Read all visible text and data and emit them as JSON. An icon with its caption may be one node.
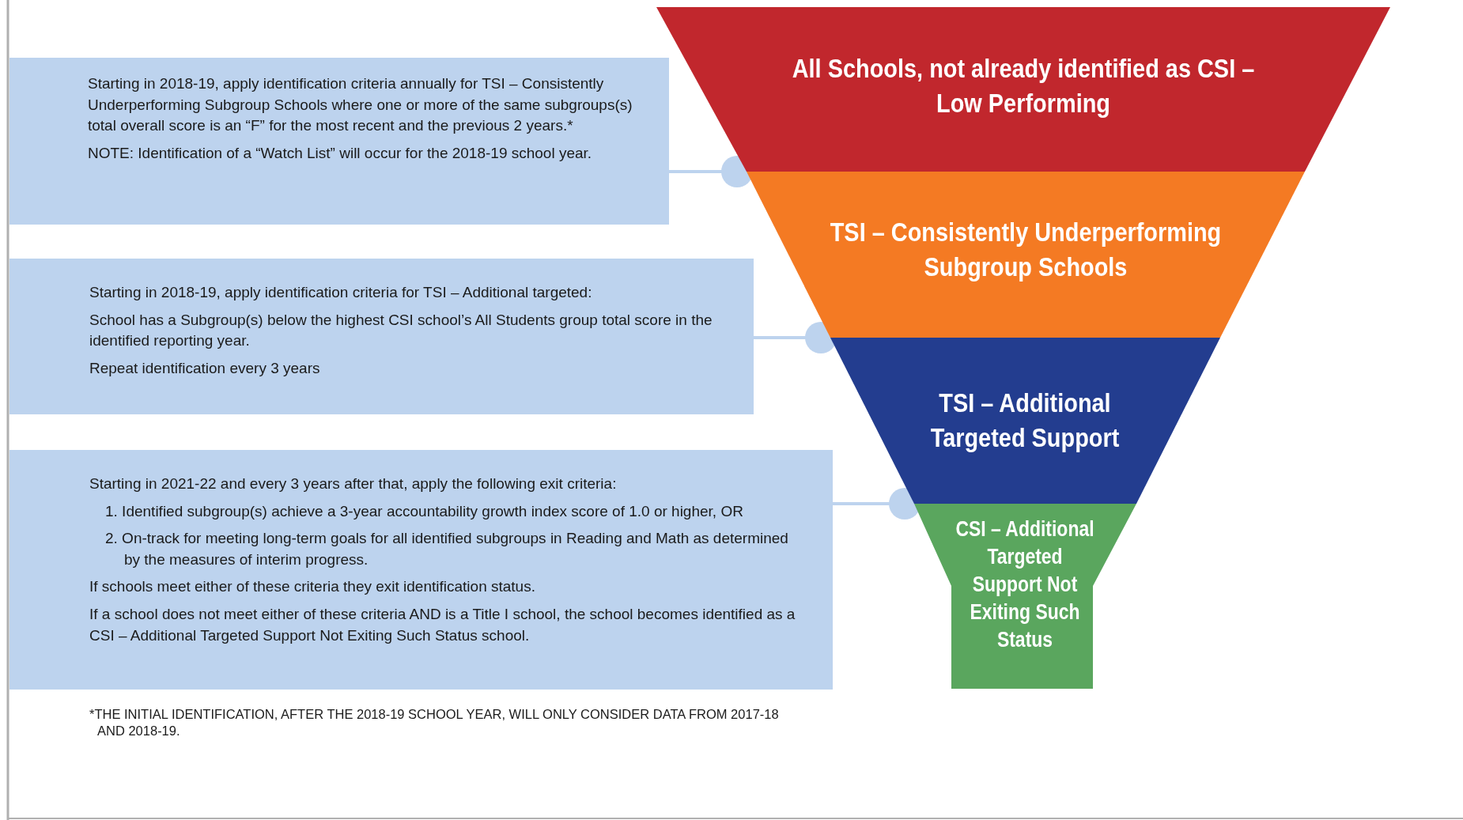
{
  "diagram": {
    "nodes": [
      {
        "text": [
          "All Schools, not already identified as CSI – Low Performing"
        ]
      },
      {
        "text": [
          "TSI – Consistently Underperforming Subgroup Schools"
        ]
      },
      {
        "text": [
          "TSI – Additional Targeted Support"
        ]
      },
      {
        "text": [
          "CSI – Additional Targeted Support Not Exiting Such Status"
        ]
      },
      {
        "text": [
          "Starting in 2018-19, apply identification criteria annually for TSI – Consistently Underperforming Subgroup Schools where one or more of the same subgroups(s) total overall score is an “F” for the most recent and the previous 2 years.*",
          "NOTE: Identification of a “Watch List” will occur for the 2018-19 school year."
        ]
      },
      {
        "text": [
          "Starting in 2018-19, apply identification criteria for TSI – Additional targeted:",
          "School has a Subgroup(s) below the highest CSI school’s All Students group total score in the identified reporting year.",
          "Repeat identification every 3 years"
        ]
      },
      {
        "text": [
          "Starting in 2021-22 and every 3 years after that, apply the following exit criteria:",
          "1. Identified subgroup(s) achieve a 3-year accountability growth index score of 1.0 or higher, OR",
          "2. On-track for meeting long-term goals for all identified subgroups in Reading and Math as determined by the measures of interim progress.",
          "If schools meet either of these criteria they exit identification status.",
          "If a school does not meet either of these criteria AND is a Title I school, the school becomes identified as a CSI – Additional Targeted Support Not Exiting Such Status school."
        ]
      }
    ],
    "edges": [
      {
        "from": 4,
        "to": 1,
        "arrow": "other"
      },
      {
        "from": 5,
        "to": 2,
        "arrow": "other"
      },
      {
        "from": 6,
        "to": 3,
        "arrow": "other"
      }
    ],
    "labels": [
      "*THE INITIAL IDENTIFICATION, AFTER THE 2018-19 SCHOOL YEAR, WILL ONLY CONSIDER DATA FROM 2017-18 AND 2018-19."
    ]
  }
}
